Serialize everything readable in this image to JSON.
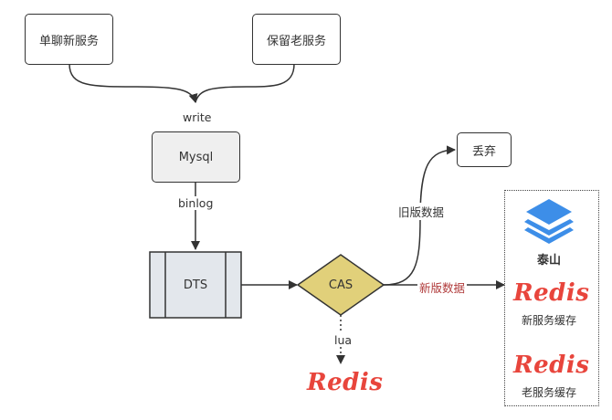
{
  "nodes": {
    "new_service": "单聊新服务",
    "old_service": "保留老服务",
    "mysql": "Mysql",
    "dts": "DTS",
    "cas": "CAS",
    "discard": "丢弃"
  },
  "edges": {
    "write": "write",
    "binlog": "binlog",
    "old_data": "旧版数据",
    "new_data": "新版数据",
    "lua": "lua"
  },
  "redis_logo_text": "Redis",
  "group": {
    "taishan": "泰山",
    "new_cache": "新服务缓存",
    "old_cache": "老服务缓存"
  },
  "colors": {
    "cas_fill": "#e1d07a",
    "mysql_fill": "#efefef",
    "dts_fill": "#e3e7ec",
    "redis_red": "#e8453c",
    "taishan_blue": "#3d8ee8",
    "new_data_label": "#b03a3a"
  }
}
